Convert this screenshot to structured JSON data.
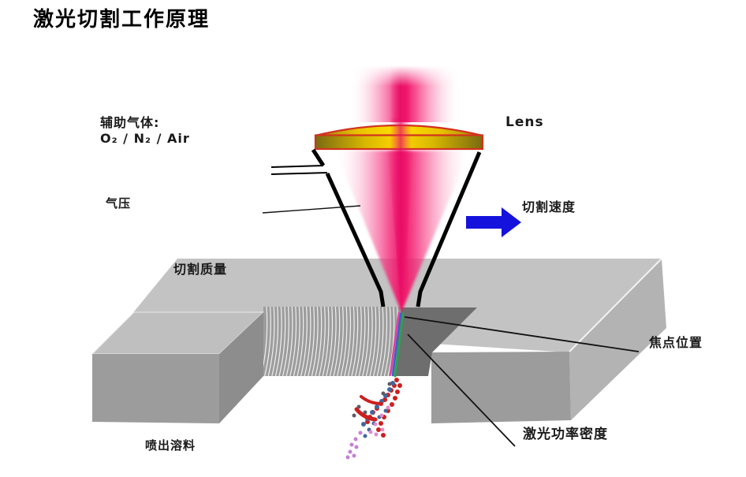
{
  "page": {
    "title": "激光切割工作原理"
  },
  "diagram": {
    "labels": {
      "aux_gas_title": "辅助气体:",
      "aux_gas_types": "O₂ / N₂ / Air",
      "gas_pressure": "气压",
      "lens": "Lens",
      "cutting_speed": "切割速度",
      "cutting_quality": "切割质量",
      "focus_position": "焦点位置",
      "laser_power_density": "激光功率密度",
      "ejected_melt": "喷出溶料"
    },
    "colors": {
      "laser_core": "#ee1166",
      "laser_pink": "#ff9ac2",
      "lens_gold": "#ffd700",
      "lens_gold_dark": "#8a6d00",
      "lens_outline": "#d2321e",
      "arrow_blue": "#1512dd",
      "line_black": "#111111",
      "top_face": "#c3c3c3",
      "top_face_left_block": "#bfbfbf",
      "front_face": "#9c9c9c",
      "side_face_dark": "#8d8d8d",
      "side_face_light": "#b3b3b3",
      "kerf_shadow": "#6e6e6e",
      "cut_face": "#9d9d9d",
      "cut_face_stripe": "#ffffff",
      "kerf_green": "#2f9e4f",
      "kerf_blue": "#3a5fd0",
      "kerf_magenta": "#e43fa0",
      "spark_red": "#cc1f1f",
      "spark_blue": "#41679f",
      "spark_pink": "#e08ccd",
      "spark_violet": "#c77fd6",
      "spark_gray": "#5c5c66"
    }
  }
}
